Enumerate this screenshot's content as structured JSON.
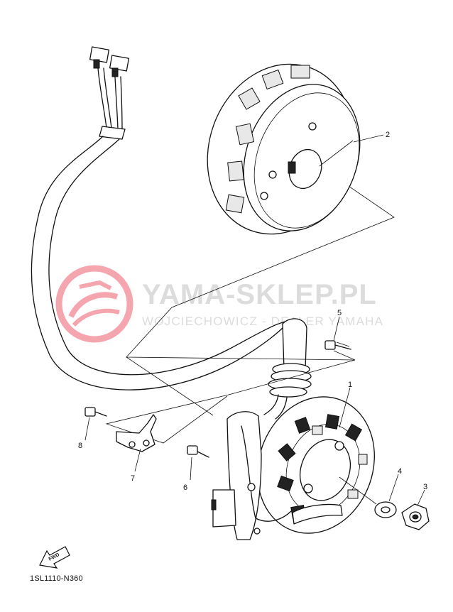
{
  "watermark": {
    "title": "YAMA-SKLEP.PL",
    "subtitle": "WOJCIECHOWICZ - DEALER YAMAHA",
    "logo_color": "#e2001a"
  },
  "diagram_code": "1SL1110-N360",
  "fwd_label": "FWD",
  "callouts": [
    {
      "id": "1",
      "label": "1"
    },
    {
      "id": "2",
      "label": "2"
    },
    {
      "id": "3",
      "label": "3"
    },
    {
      "id": "4",
      "label": "4"
    },
    {
      "id": "5",
      "label": "5"
    },
    {
      "id": "6",
      "label": "6"
    },
    {
      "id": "7",
      "label": "7"
    },
    {
      "id": "8",
      "label": "8"
    }
  ]
}
